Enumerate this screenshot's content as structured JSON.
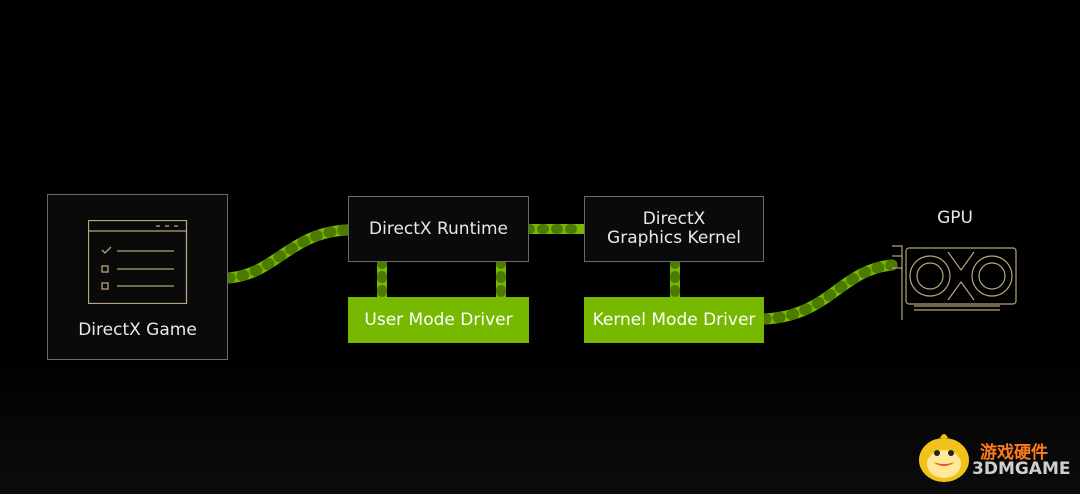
{
  "nodes": {
    "game": "DirectX Game",
    "runtime": "DirectX Runtime",
    "kernel": "DirectX Graphics Kernel",
    "umd": "User Mode Driver",
    "kmd": "Kernel Mode Driver",
    "gpu": "GPU"
  },
  "watermark": {
    "cn": "游戏硬件",
    "en": "3DMGAME"
  },
  "colors": {
    "accent": "#76b900",
    "border": "#6a6a6a",
    "gold": "#b5a57a"
  }
}
